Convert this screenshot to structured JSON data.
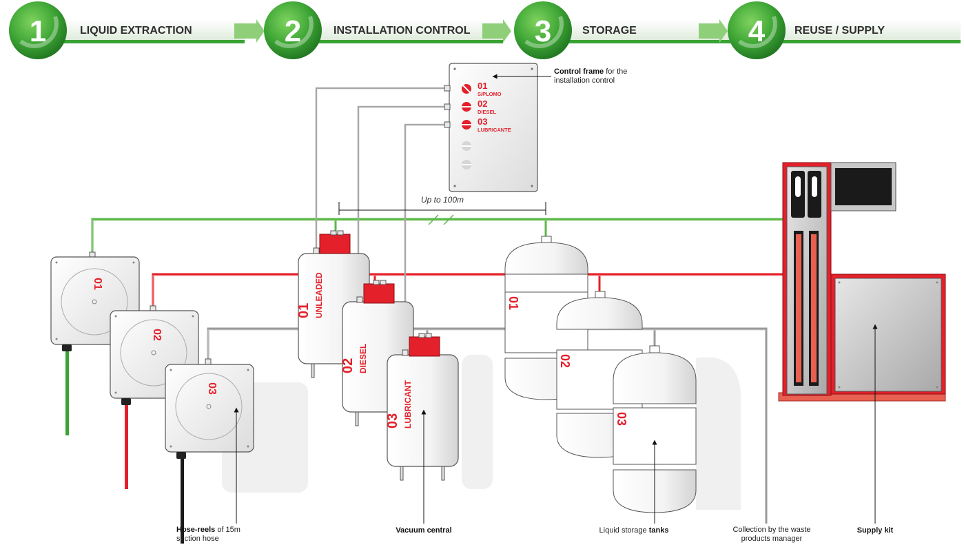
{
  "steps": [
    {
      "number": "1",
      "label": "LIQUID EXTRACTION"
    },
    {
      "number": "2",
      "label": "INSTALLATION CONTROL"
    },
    {
      "number": "3",
      "label": "STORAGE"
    },
    {
      "number": "4",
      "label": "REUSE / SUPPLY"
    }
  ],
  "control_frame": {
    "rows": [
      {
        "code": "01",
        "name": "S/PLOMO"
      },
      {
        "code": "02",
        "name": "DIESEL"
      },
      {
        "code": "03",
        "name": "LUBRICANTE"
      }
    ],
    "caption_bold": "Control frame",
    "caption_rest_1": "for the",
    "caption_rest_2": "installation control"
  },
  "distance_label": "Up to 100m",
  "reels": [
    {
      "code": "01"
    },
    {
      "code": "02"
    },
    {
      "code": "03"
    }
  ],
  "vacuum_units": [
    {
      "code": "01",
      "name": "UNLEADED"
    },
    {
      "code": "02",
      "name": "DIESEL"
    },
    {
      "code": "03",
      "name": "LUBRICANT"
    }
  ],
  "tanks": [
    {
      "code": "01"
    },
    {
      "code": "02"
    },
    {
      "code": "03"
    }
  ],
  "captions": {
    "hose_reels_bold": "Hose-reels",
    "hose_reels_rest": "of 15m",
    "hose_reels_line2": "suction hose",
    "vacuum_central": "Vacuum central",
    "tanks_pre": "Liquid storage",
    "tanks_bold": "tanks",
    "waste_line1": "Collection by the waste",
    "waste_line2": "products manager",
    "supply_kit": "Supply kit"
  },
  "colors": {
    "step_green": "#3aa335",
    "pipe_green": "#5cb84a",
    "pipe_red": "#e4202a",
    "pipe_grey": "#9a9a9a",
    "accent_red": "#e4202a"
  }
}
